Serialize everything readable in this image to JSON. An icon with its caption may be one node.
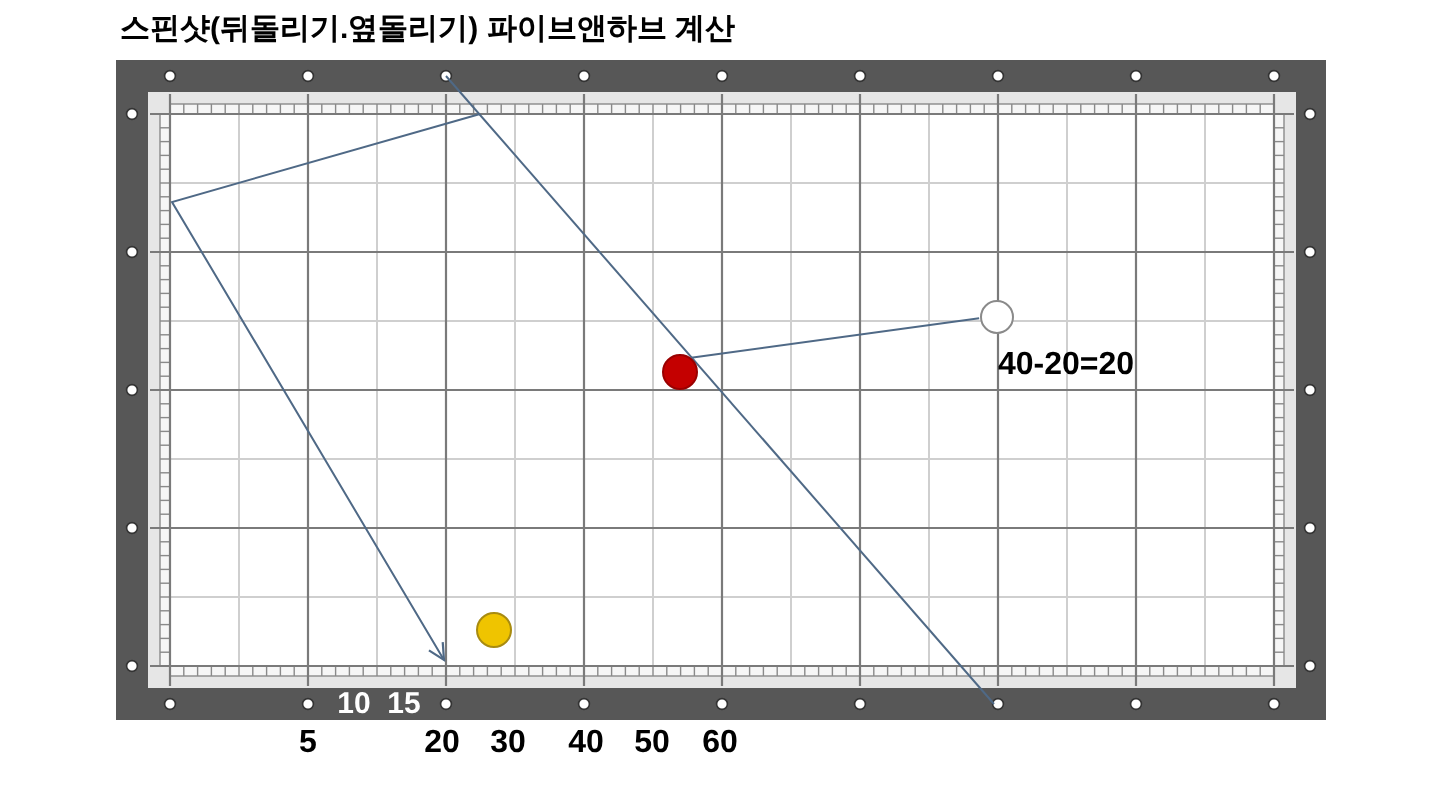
{
  "diagram": {
    "title": "스핀샷(뒤돌리기.옆돌리기) 파이브앤하브 계산",
    "nodes": [
      {
        "text": [],
        "shape": "circle",
        "beside": [
          "40-20=20"
        ]
      },
      {
        "text": [],
        "shape": "circle"
      },
      {
        "text": [],
        "shape": "circle"
      }
    ],
    "edges": [
      {
        "from": 0,
        "to": 1,
        "arrow": "none"
      }
    ],
    "labels": [
      "10",
      "15",
      "5",
      "20",
      "30",
      "40",
      "50",
      "60"
    ]
  }
}
